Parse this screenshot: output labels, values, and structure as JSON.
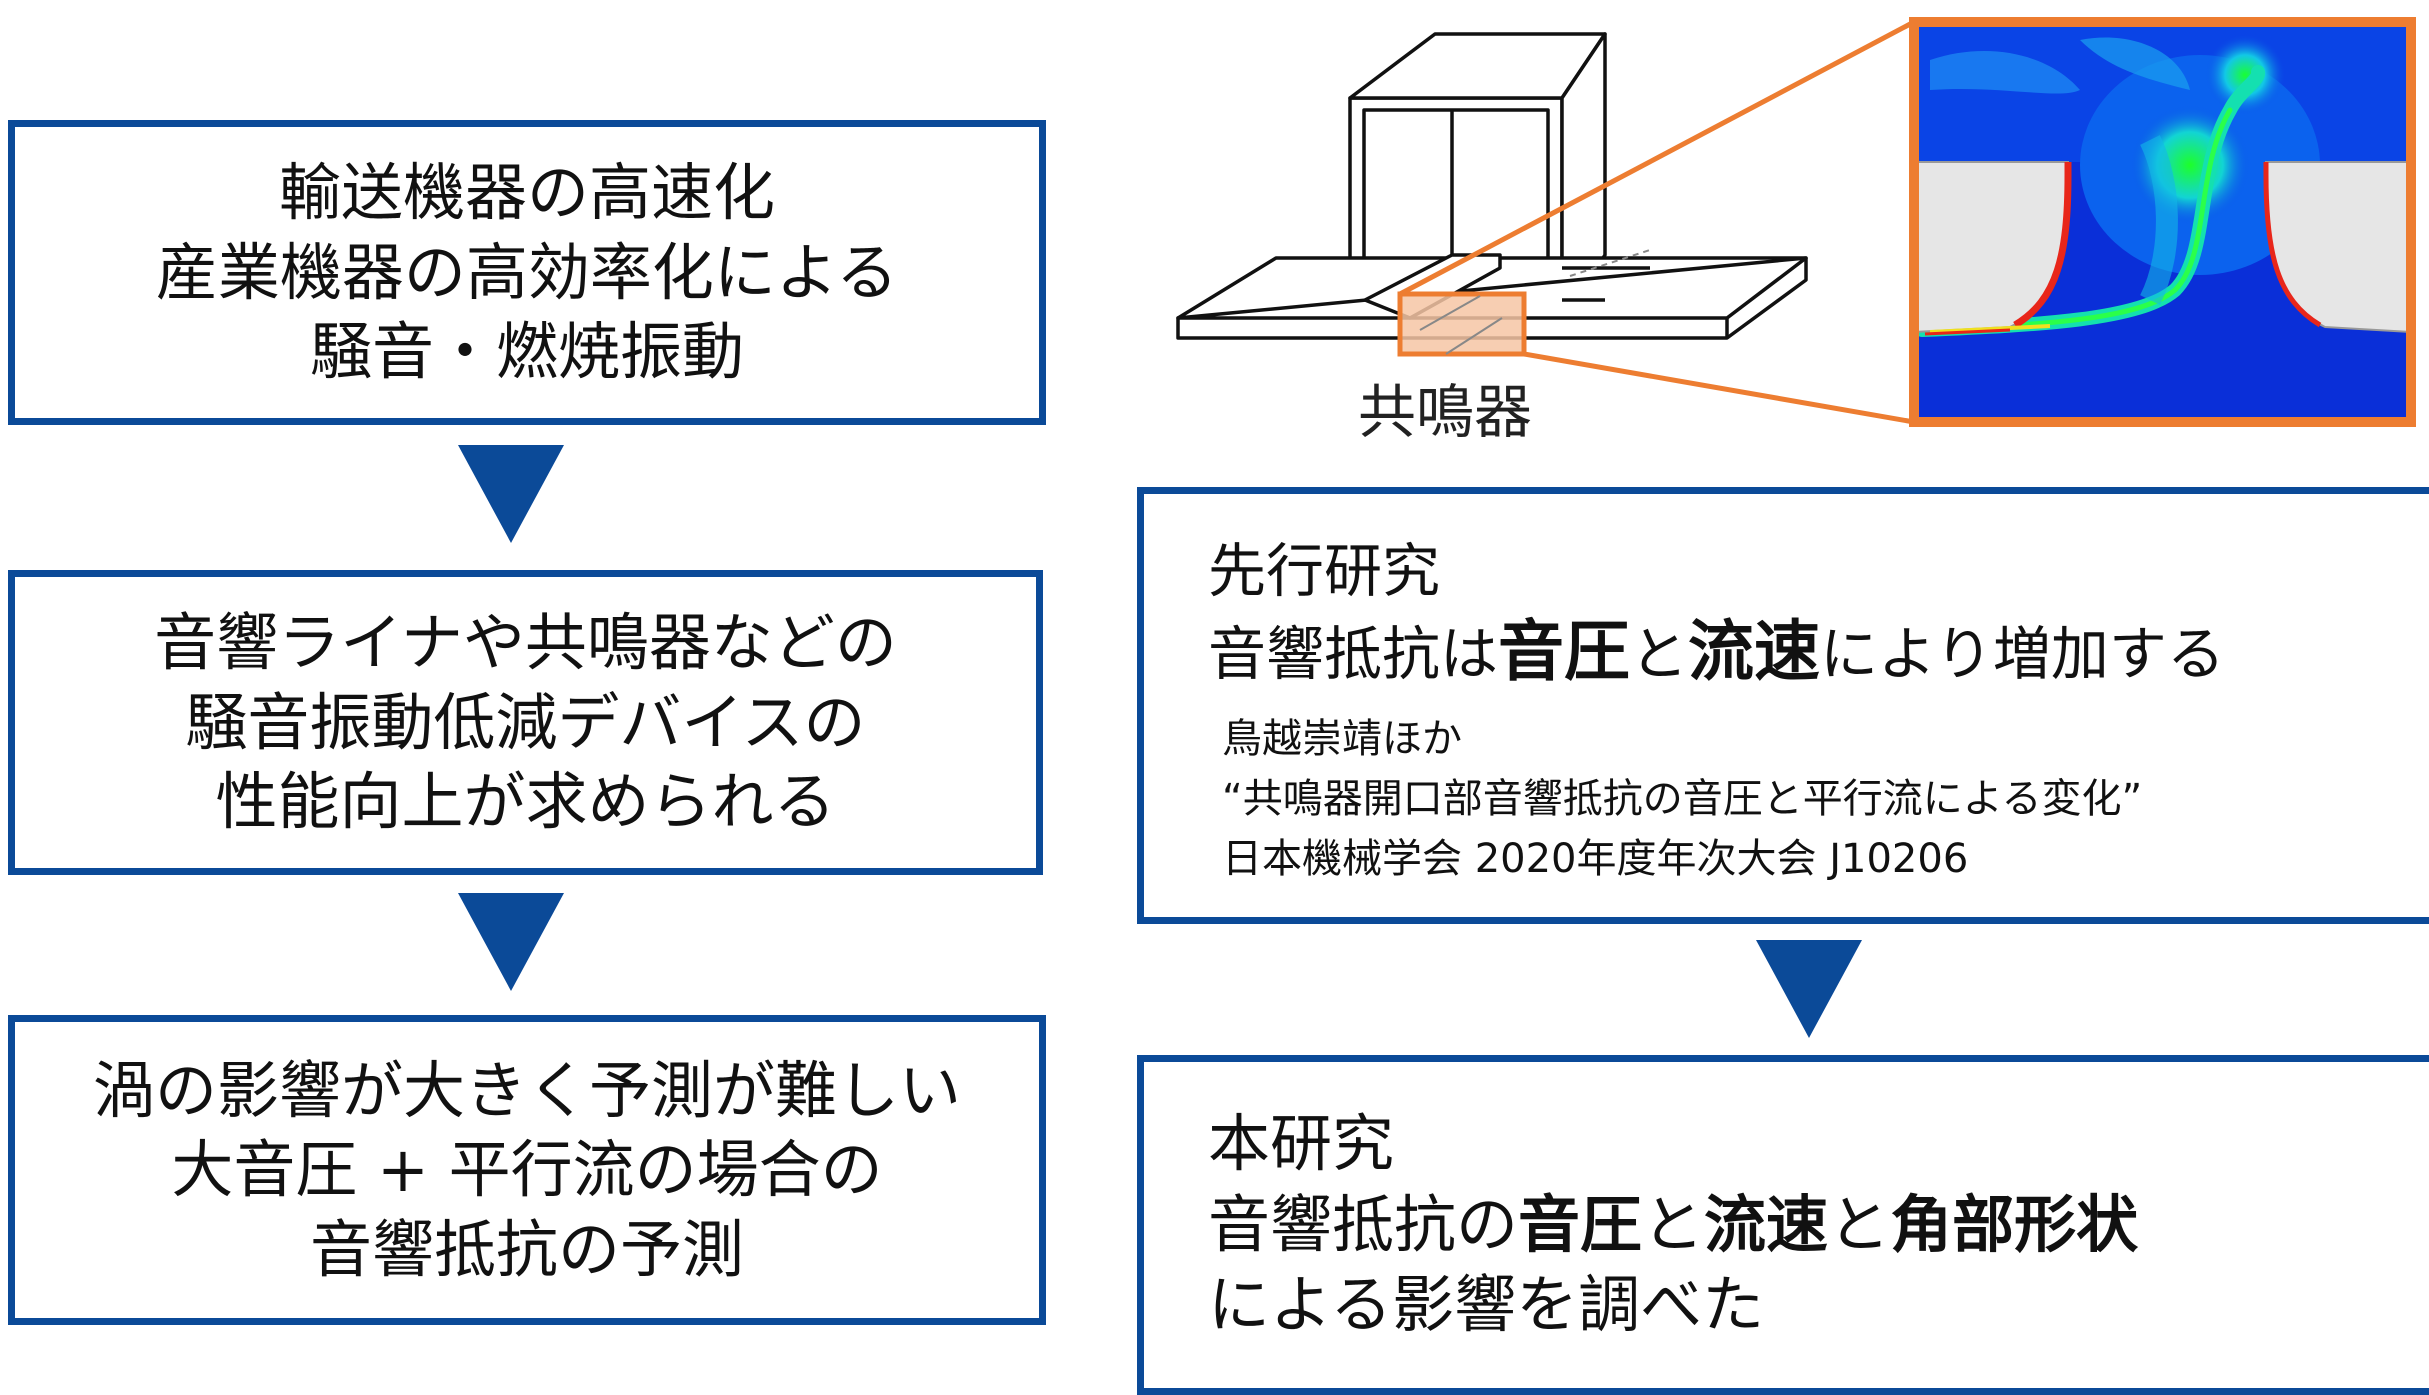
{
  "flow_left": [
    {
      "lines": [
        "輸送機器の高速化",
        "産業機器の高効率化による",
        "騒音・燃焼振動"
      ]
    },
    {
      "lines": [
        "音響ライナや共鳴器などの",
        "騒音振動低減デバイスの",
        "性能向上が求められる"
      ]
    },
    {
      "lines": [
        "渦の影響が大きく予測が難しい",
        "大音圧 + 平行流の場合の",
        "音響抵抗の予測"
      ]
    }
  ],
  "figure": {
    "resonator_label": "共鳴器"
  },
  "prior_research": {
    "heading": "先行研究",
    "finding_pre": "音響抵抗は",
    "finding_bold_1": "音圧",
    "finding_mid": "と",
    "finding_bold_2": "流速",
    "finding_post": "により増加する",
    "ref_authors": "鳥越崇靖ほか",
    "ref_title": "“共鳴器開口部音響抵抗の音圧と平行流による変化”",
    "ref_venue": "日本機械学会 2020年度年次大会 J10206"
  },
  "this_research": {
    "heading": "本研究",
    "line_pre": "音響抵抗の",
    "bold_1": "音圧",
    "mid_1": "と",
    "bold_2": "流速",
    "mid_2": "と",
    "bold_3": "角部形状",
    "line2": "による影響を調べた"
  },
  "colors": {
    "box_border": "#0b4a98",
    "arrow": "#0b4a98",
    "highlight": "#ed7d31"
  }
}
